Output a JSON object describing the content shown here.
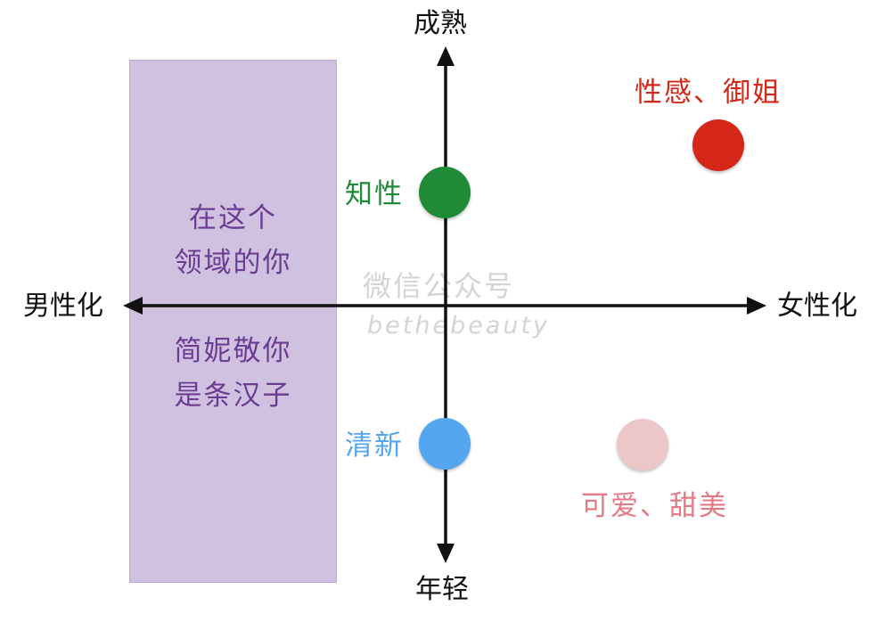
{
  "axes": {
    "top": "成熟",
    "bottom": "年轻",
    "left": "男性化",
    "right": "女性化"
  },
  "zone": {
    "line1": "在这个",
    "line2": "领域的你",
    "line3": "简妮敬你",
    "line4": "是条汉子",
    "fill_color": "#d1c1e1",
    "text_color": "#6a3d92"
  },
  "points": [
    {
      "label": "知性",
      "color": "#1f8a37"
    },
    {
      "label": "性感、御姐",
      "color": "#d42718"
    },
    {
      "label": "清新",
      "color": "#55a6f0"
    },
    {
      "label": "可爱、甜美",
      "color": "#ecc7c7",
      "label_color": "#e27b86"
    }
  ],
  "watermark": {
    "line1": "微信公众号",
    "line2": "bethebeauty"
  }
}
